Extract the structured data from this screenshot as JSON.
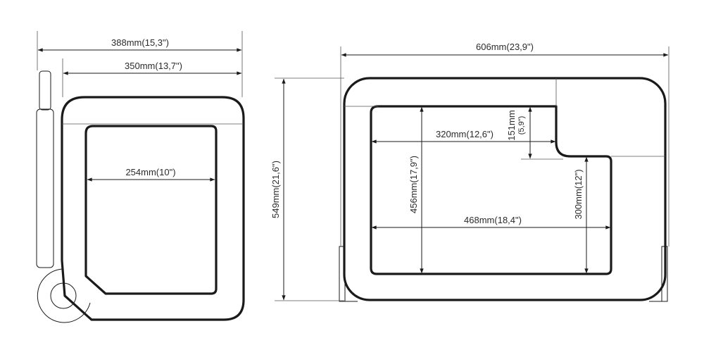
{
  "side_view": {
    "overall_width": "388mm(15,3\")",
    "body_width": "350mm(13,7\")",
    "inner_width": "254mm(10\")"
  },
  "top_view": {
    "overall_width": "606mm(23,9\")",
    "overall_depth": "549mm(21,6\")",
    "inner_length": "468mm(18,4\")",
    "inner_depth": "456mm(17,9\")",
    "step_length": "320mm(12,6\")",
    "step_height_mm": "151mm",
    "step_height_in": "(5,9\")",
    "compartment_depth": "300mm(12\")"
  }
}
